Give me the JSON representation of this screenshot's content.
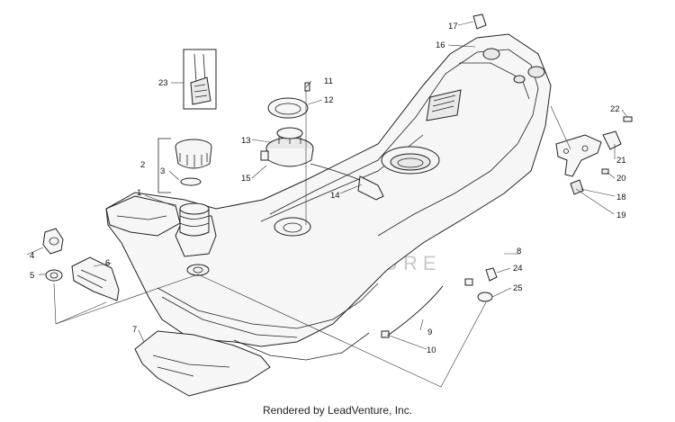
{
  "footer": {
    "text": "Rendered by LeadVenture, Inc."
  },
  "watermark": {
    "text": "LEADVENTURE"
  },
  "callouts": [
    "1",
    "2",
    "3",
    "4",
    "5",
    "6",
    "7",
    "8",
    "9",
    "10",
    "11",
    "12",
    "13",
    "14",
    "15",
    "16",
    "17",
    "18",
    "19",
    "20",
    "21",
    "22",
    "23",
    "24",
    "25"
  ]
}
